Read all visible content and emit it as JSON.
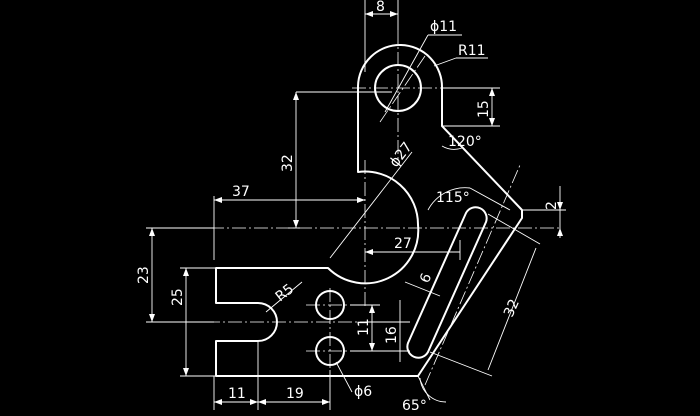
{
  "dimensions": {
    "d_8": "8",
    "d_phi11": "ϕ11",
    "d_r11": "R11",
    "d_15": "15",
    "d_120": "120°",
    "d_32v": "32",
    "d_phi27": "ϕ27",
    "d_37": "37",
    "d_115": "115°",
    "d_2": "2",
    "d_27": "27",
    "d_23": "23",
    "d_25": "25",
    "d_r5": "R5",
    "d_6": "6",
    "d_32s": "32",
    "d_11v": "11",
    "d_16": "16",
    "d_11h": "11",
    "d_19": "19",
    "d_phi6": "ϕ6",
    "d_65": "65°"
  }
}
